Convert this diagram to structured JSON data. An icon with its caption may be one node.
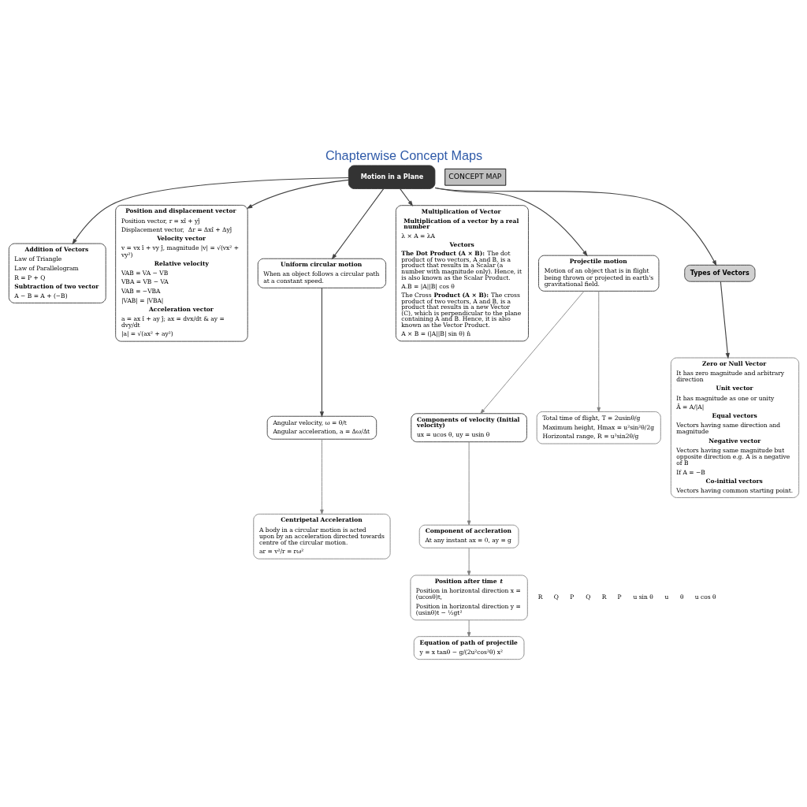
{
  "diagram": {
    "title": "Chapterwise Concept Maps",
    "nodes": [
      {
        "text": [
          "Motion in a Plane"
        ]
      },
      {
        "text": [
          "Addition of Vectors",
          "Law of Triangle",
          "Law of Parallelogram",
          "R = P + Q",
          "Subtraction of two vector",
          "A − B = A + (−B)"
        ]
      },
      {
        "text": [
          "Position and displacement vector",
          "Position vector, r = xî + yĵ",
          "Displacement vector,  Δr = Δxî + Δyĵ",
          "Velocity vector",
          "v = vx î + vy ĵ, magnitude |v| = √(vx² + vy²)",
          "Relative velocity",
          "VAB = VA − VB",
          "VBA = VB − VA",
          "VAB = −VBA",
          "|VAB| = |VBA|",
          "Acceleration vector",
          "a = ax î + ay ĵ; ax = dvx/dt & ay = dvy/dt",
          "|a| = √(ax² + ay²)"
        ]
      },
      {
        "text": [
          "Uniform circular motion",
          "When an object follows a circular path at a constant speed."
        ]
      },
      {
        "text": [
          "Angular velocity, ω = θ/t",
          "Angular acceleration, a = Δω/Δt"
        ]
      },
      {
        "text": [
          "Centripetal Acceleration",
          "A body in a circular motion is acted upon by an acceleration directed towards centre of the circular motion.",
          "ar = v²/r = rω²"
        ]
      },
      {
        "text": [
          "Multiplication of Vector",
          "Multiplication of a vector by a real number",
          "λ × A = λA",
          "Vectors",
          "**The Dot Product (A × B):** The dot product of two vectors, A and B, is a product that results in a Scalar (a number with magnitude only). Hence, it is also known as the Scalar Product.",
          "A.B = |A||B| cos θ",
          "The Cross **Product (A × B):** The cross product of two vectors, A and B, is a product that results in a new Vector (C), which is perpendicular to the plane containing A and B. Hence, it is also known as the Vector Product.",
          "A × B = (|A||B| sin θ) n̂"
        ]
      },
      {
        "text": [
          "Projectile motion",
          "Motion of an object that is in flight being thrown or projected in earth's gravitational field."
        ]
      },
      {
        "text": [
          "Types of Vectors"
        ]
      },
      {
        "text": [
          "Components of velocity (Initial velocity)",
          "ux = ucos θ, uy = usin θ"
        ]
      },
      {
        "text": [
          "Zero or Null Vector",
          "It has zero magnitude and arbitrary direction",
          "Unit vector",
          "It has magnitude as one or unity",
          "Â = A/|A|",
          "Equal vectors",
          "Vectors having same direction and magnitude",
          "Negative vector",
          "Vectors having same magnitude but opposite direction e.g. A is a negative of B",
          "If A = −B",
          "Co-initial vectors",
          "Vectors having common starting point."
        ]
      },
      {
        "text": [
          "Total time of flight, T = 2usinθ/g",
          "Maximum height, Hmax = u²sin²θ/2g",
          "Horizontal range, R = u²sin2θ/g"
        ]
      },
      {
        "text": [
          "Equation of path of projectile",
          "y = x tanθ − g/(2u²cos²θ) x²"
        ]
      },
      {
        "text": [
          "Position after time *t*",
          "Position in horizontal direction x = (ucosθ)t,",
          "Position in horizontal direction y = (usinθ)t − ½gt²"
        ]
      },
      {
        "text": [
          "Component of accleration",
          "At any instant ax = 0, ay = g"
        ]
      }
    ],
    "edges": [
      {
        "from": 0,
        "to": 1,
        "arrow": "to"
      },
      {
        "from": 0,
        "to": 2,
        "arrow": "to"
      },
      {
        "from": 0,
        "to": 3,
        "arrow": "to"
      },
      {
        "from": 3,
        "to": 4,
        "arrow": "to"
      },
      {
        "from": 4,
        "to": 5,
        "arrow": "to",
        "color": "#7f7f7f"
      },
      {
        "from": 0,
        "to": 6,
        "arrow": "to"
      },
      {
        "from": 0,
        "to": 7,
        "arrow": "to"
      },
      {
        "from": 0,
        "to": 8,
        "arrow": "to"
      },
      {
        "from": 8,
        "to": 10,
        "arrow": "to"
      },
      {
        "from": 7,
        "to": 9,
        "arrow": "to",
        "color": "#7f7f7f"
      },
      {
        "from": 7,
        "to": 11,
        "arrow": "to",
        "color": "#7f7f7f"
      },
      {
        "from": 9,
        "to": 14,
        "arrow": "to",
        "color": "#7f7f7f"
      },
      {
        "from": 14,
        "to": 13,
        "arrow": "to",
        "color": "#7f7f7f"
      },
      {
        "from": 13,
        "to": 12,
        "arrow": "to",
        "color": "#7f7f7f"
      }
    ],
    "labels": [
      "CONCEPT MAP",
      "R",
      "Q",
      "P",
      "Q",
      "R",
      "P",
      "u sin θ",
      "u",
      "θ",
      "u cos θ"
    ]
  }
}
